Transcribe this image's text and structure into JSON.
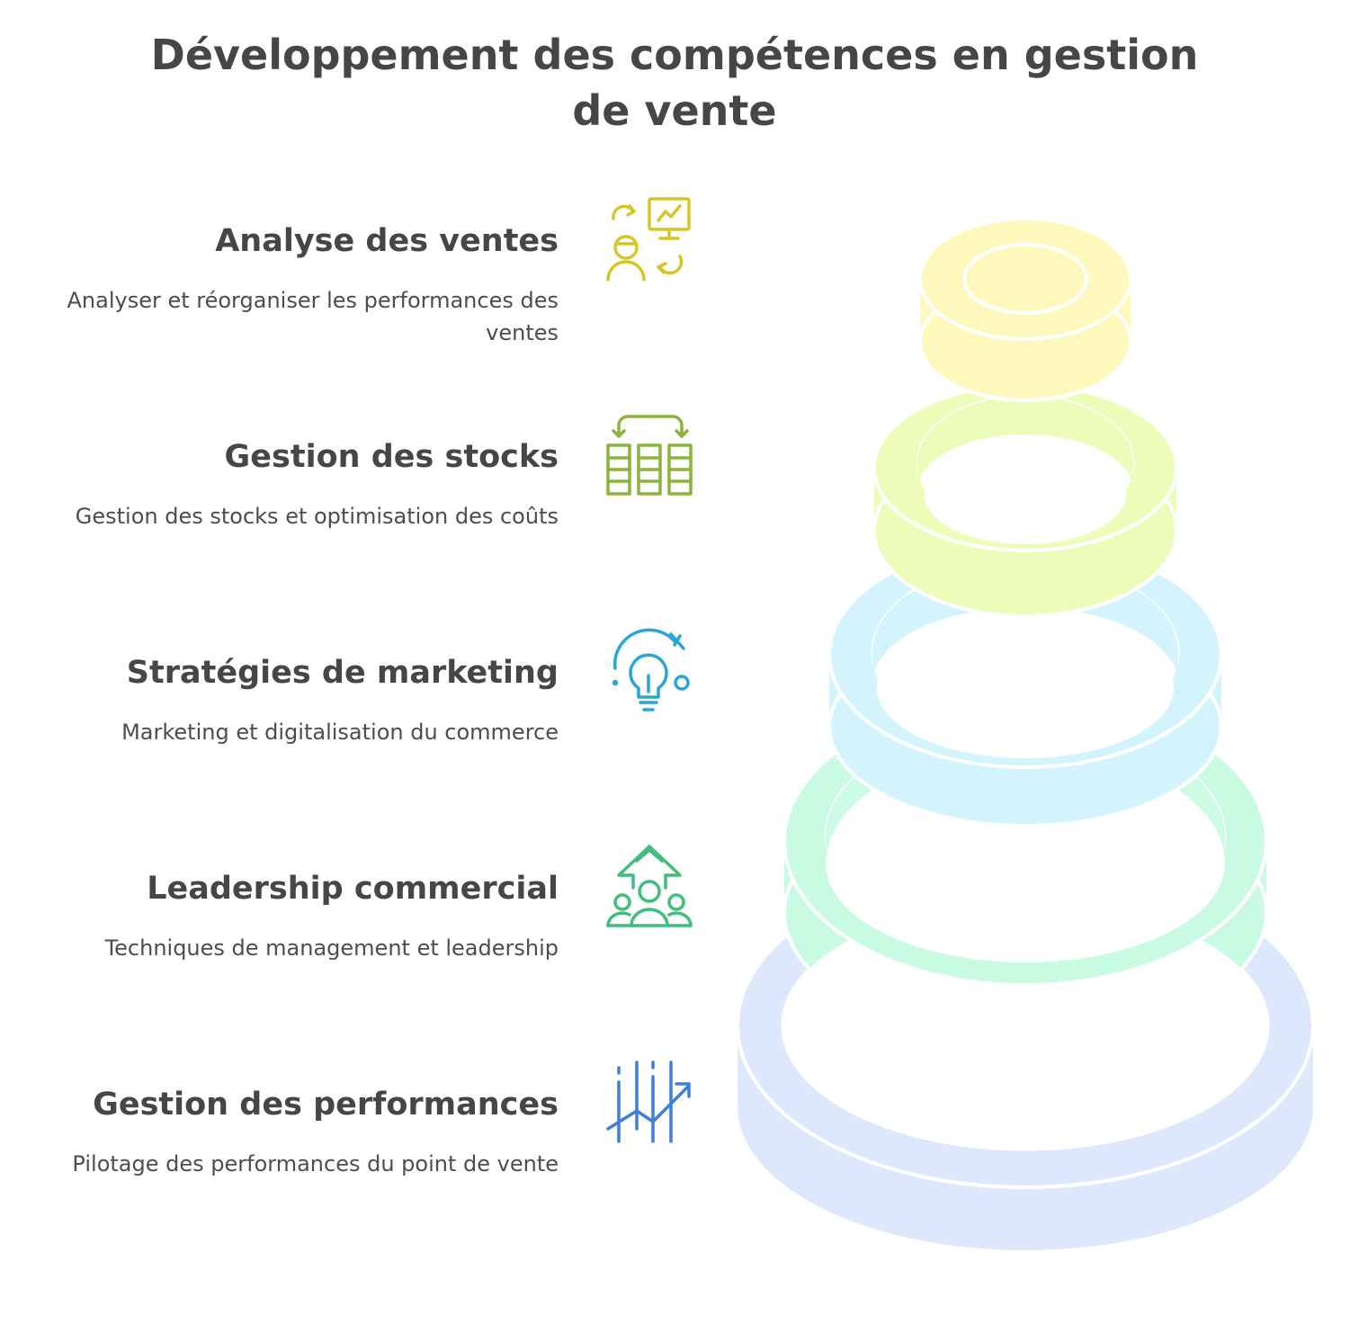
{
  "title": "Développement des compétences en gestion de vente",
  "items": [
    {
      "heading": "Analyse des ventes",
      "description": "Analyser et réorganiser les performances des ventes",
      "icon": "presentation-analysis-icon",
      "color": "#d4c62a",
      "ring_color": "#fff8bd"
    },
    {
      "heading": "Gestion des stocks",
      "description": "Gestion des stocks et optimisation des coûts",
      "icon": "inventory-grid-icon",
      "color": "#8ab43a",
      "ring_color": "#ebfdb8"
    },
    {
      "heading": "Stratégies de marketing",
      "description": "Marketing et digitalisation du commerce",
      "icon": "lightbulb-icon",
      "color": "#2aa6d4",
      "ring_color": "#d4f4fd"
    },
    {
      "heading": "Leadership commercial",
      "description": "Techniques de management et leadership",
      "icon": "team-growth-icon",
      "color": "#3fbe7c",
      "ring_color": "#c8fbe1"
    },
    {
      "heading": "Gestion des performances",
      "description": "Pilotage des performances du point de vente",
      "icon": "performance-chart-icon",
      "color": "#3f7fd6",
      "ring_color": "#dde8fc"
    }
  ]
}
